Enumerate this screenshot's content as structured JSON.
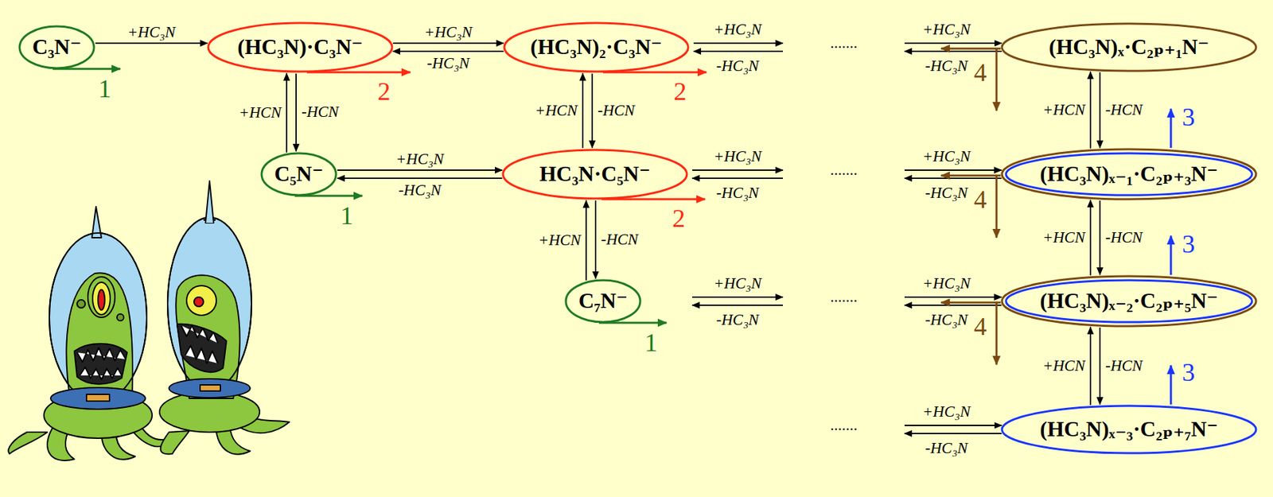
{
  "diagram": {
    "nodes": [
      {
        "text": [
          "C₃N⁻"
        ]
      },
      {
        "text": [
          "(HC₃N)·C₃N⁻"
        ]
      },
      {
        "text": [
          "(HC₃N)₂·C₃N⁻"
        ]
      },
      {
        "text": [
          "(HC₃N)ₓ·C₂ₚ₊₁N⁻"
        ]
      },
      {
        "text": [
          "C₅N⁻"
        ]
      },
      {
        "text": [
          "HC₃N·C₅N⁻"
        ]
      },
      {
        "text": [
          "(HC₃N)ₓ₋₁·C₂ₚ₊₃N⁻"
        ]
      },
      {
        "text": [
          "C₇N⁻"
        ]
      },
      {
        "text": [
          "(HC₃N)ₓ₋₂·C₂ₚ₊₅N⁻"
        ]
      },
      {
        "text": [
          "(HC₃N)ₓ₋₃·C₂ₚ₊₇N⁻"
        ]
      }
    ],
    "edges": [
      {
        "from": 0,
        "to": 1,
        "label": "+HC₃N",
        "arrow": "to"
      },
      {
        "from": 1,
        "to": 2,
        "label": "+HC₃N",
        "arrow": "to"
      },
      {
        "from": 2,
        "to": 1,
        "label": "-HC₃N",
        "arrow": "to"
      },
      {
        "from": 1,
        "to": 4,
        "label": "-HCN",
        "arrow": "to"
      },
      {
        "from": 4,
        "to": 1,
        "label": "+HCN",
        "arrow": "to"
      },
      {
        "from": 4,
        "to": 5,
        "label": "+HC₃N",
        "arrow": "to"
      },
      {
        "from": 5,
        "to": 4,
        "label": "-HC₃N",
        "arrow": "to"
      },
      {
        "from": 2,
        "to": 5,
        "label": "-HCN",
        "arrow": "to"
      },
      {
        "from": 5,
        "to": 2,
        "label": "+HCN",
        "arrow": "to"
      },
      {
        "from": 5,
        "to": 7,
        "label": "-HCN",
        "arrow": "to"
      },
      {
        "from": 7,
        "to": 5,
        "label": "+HCN",
        "arrow": "to"
      },
      {
        "from": 3,
        "to": 6,
        "label": "-HCN",
        "arrow": "to"
      },
      {
        "from": 6,
        "to": 3,
        "label": "+HCN",
        "arrow": "to"
      },
      {
        "from": 6,
        "to": 8,
        "label": "-HCN",
        "arrow": "to"
      },
      {
        "from": 8,
        "to": 6,
        "label": "+HCN",
        "arrow": "to"
      },
      {
        "from": 8,
        "to": 9,
        "label": "-HCN",
        "arrow": "to"
      },
      {
        "from": 9,
        "to": 8,
        "label": "+HCN",
        "arrow": "to"
      }
    ],
    "labels": [
      "1",
      "2",
      "+HC₃N",
      "-HC₃N",
      "2",
      ".......",
      "+HC₃N",
      "-HC₃N",
      "4",
      "3",
      "1",
      "2",
      "+HC₃N",
      "-HC₃N",
      ".......",
      "+HC₃N",
      "-HC₃N",
      "4",
      "3",
      "1",
      "+HC₃N",
      "-HC₃N",
      ".......",
      "+HC₃N",
      "-HC₃N",
      "4",
      "3",
      ".......",
      "+HC₃N",
      "-HC₃N"
    ]
  }
}
